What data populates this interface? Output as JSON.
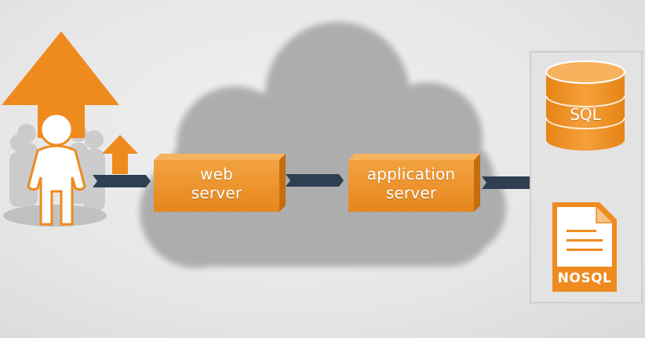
{
  "diagram": {
    "web_server_label": "web server",
    "web_server_line1": "web",
    "web_server_line2": "server",
    "app_server_line1": "application",
    "app_server_line2": "server",
    "sql_label": "SQL",
    "nosql_label": "NOSQL"
  },
  "colors": {
    "orange": "#ef8a1f",
    "orange_light": "#f6a23f",
    "cloud": "#a9a9a9",
    "connector": "#2e3f52",
    "panel_bg": "#e4e4e4"
  }
}
